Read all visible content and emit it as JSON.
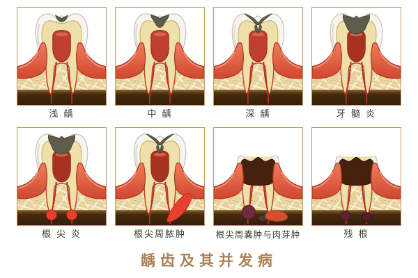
{
  "title": {
    "text": "龋齿及其并发病"
  },
  "panels": [
    {
      "label": "浅 龋",
      "variant": "shallow"
    },
    {
      "label": "中 龋",
      "variant": "moderate"
    },
    {
      "label": "深 龋",
      "variant": "deep"
    },
    {
      "label": "牙 髓 炎",
      "variant": "pulpitis"
    },
    {
      "label": "根 尖 炎",
      "variant": "apical"
    },
    {
      "label": "根尖周脓肿",
      "variant": "abscess"
    },
    {
      "label": "根尖周囊肿与肉芽肿",
      "variant": "cyst_granuloma"
    },
    {
      "label": "残 根",
      "variant": "residual"
    }
  ],
  "colors": {
    "background": "#ffffff",
    "panel_border": "#c49a63",
    "label_text": "#3a3a3a",
    "title_text": "#ab8258",
    "enamel": "#f6f5ef",
    "dentin": "#efe0aa",
    "pulp": "#bf4030",
    "caries": "#5e5d4c",
    "gum": "#e05a42",
    "bone": "#e8d29a",
    "jaw_base": "#46290e",
    "abscess_red": "#e8402e",
    "cyst_maroon": "#6e2b3c",
    "granuloma_orange": "#d4502c"
  }
}
